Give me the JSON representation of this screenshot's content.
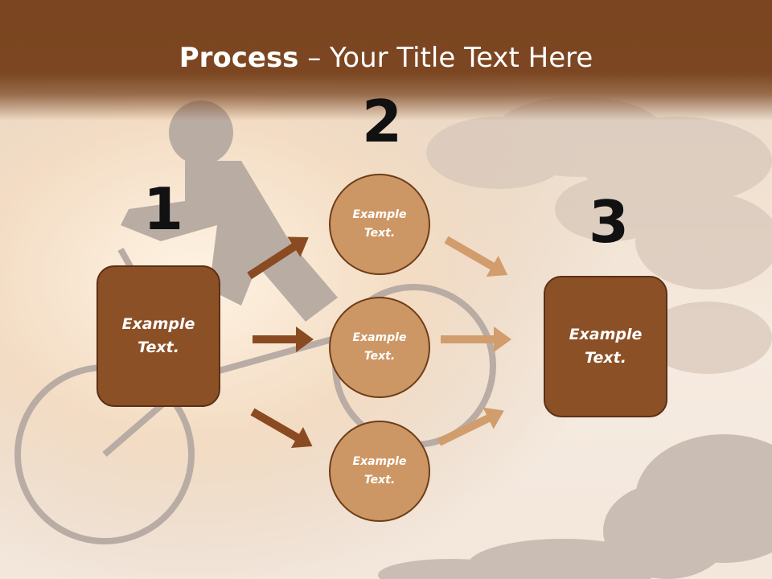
{
  "slide": {
    "title_bold": "Process",
    "title_rest": " – Your Title Text Here"
  },
  "steps": [
    {
      "number": "1",
      "text": "Example Text."
    },
    {
      "number": "2",
      "text": "Example Text."
    },
    {
      "number": "3",
      "text": "Example Text."
    }
  ],
  "circles": [
    {
      "text": "Example Text."
    },
    {
      "text": "Example Text."
    },
    {
      "text": "Example Text."
    }
  ],
  "colors": {
    "header": "#7b4621",
    "box": "#8c5026",
    "circle": "#cd9765",
    "arrow_dark": "#8a4b22",
    "arrow_light": "#d29d6c"
  }
}
